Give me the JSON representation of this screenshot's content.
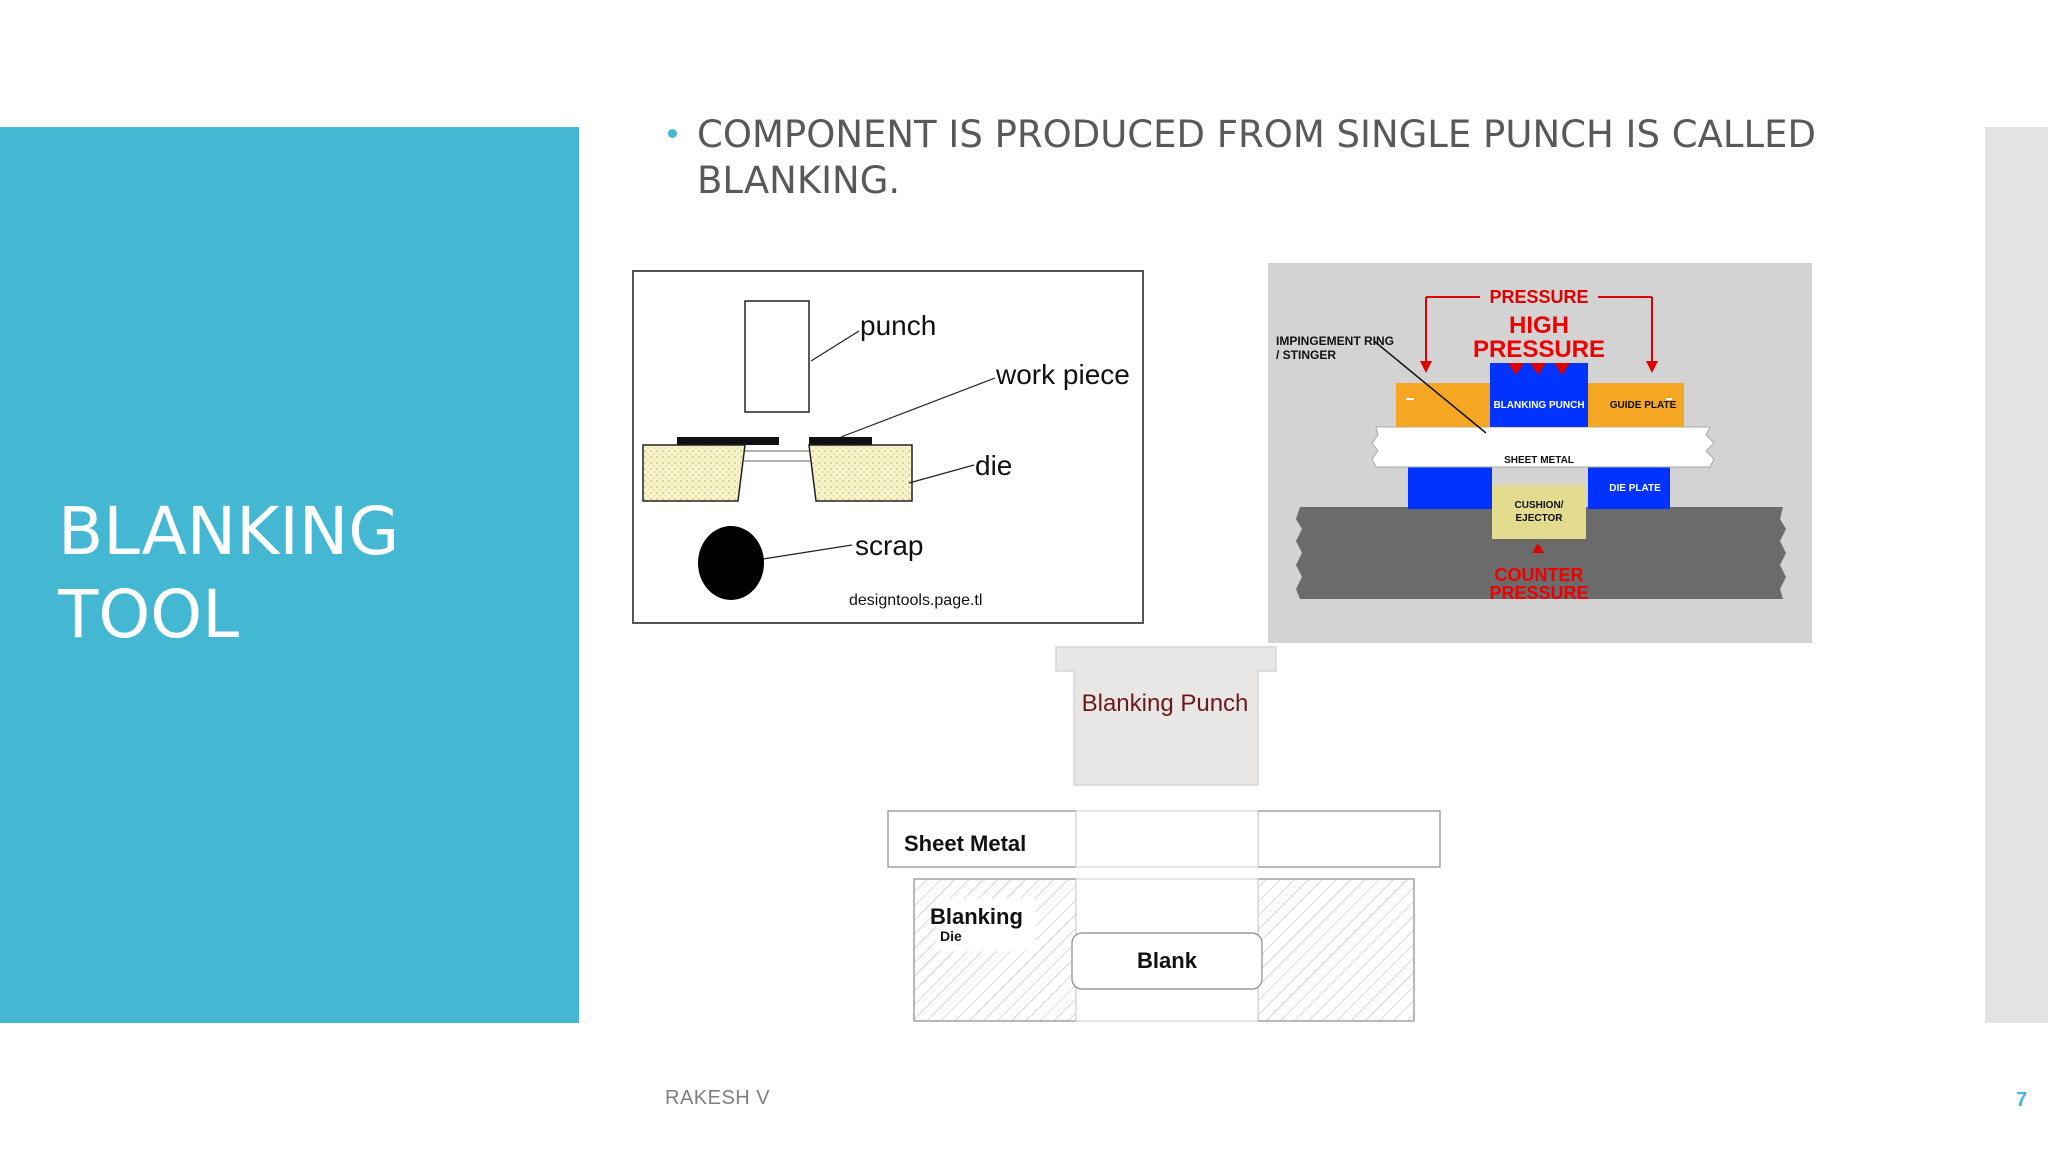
{
  "slide": {
    "title_line1": "BLANKING",
    "title_line2": "TOOL",
    "bullet": "COMPONENT IS PRODUCED FROM SINGLE PUNCH IS CALLED BLANKING.",
    "footer": "RAKESH V",
    "page_number": "7",
    "accent_color": "#44b8d3"
  },
  "figure1": {
    "punch": "punch",
    "work_piece": "work piece",
    "die": "die",
    "scrap": "scrap",
    "credit": "designtools.page.tl"
  },
  "figure2": {
    "pressure": "PRESSURE",
    "high_pressure_1": "HIGH",
    "high_pressure_2": "PRESSURE",
    "impingement_1": "IMPINGEMENT RING",
    "impingement_2": "/ STINGER",
    "blanking_punch": "BLANKING PUNCH",
    "guide_plate": "GUIDE PLATE",
    "sheet_metal": "SHEET METAL",
    "die_plate": "DIE PLATE",
    "cushion_1": "CUSHION/",
    "cushion_2": "EJECTOR",
    "counter_1": "COUNTER",
    "counter_2": "PRESSURE"
  },
  "figure3": {
    "blanking_punch": "Blanking Punch",
    "sheet_metal": "Sheet Metal",
    "blanking": "Blanking",
    "die": "Die",
    "blank": "Blank"
  }
}
